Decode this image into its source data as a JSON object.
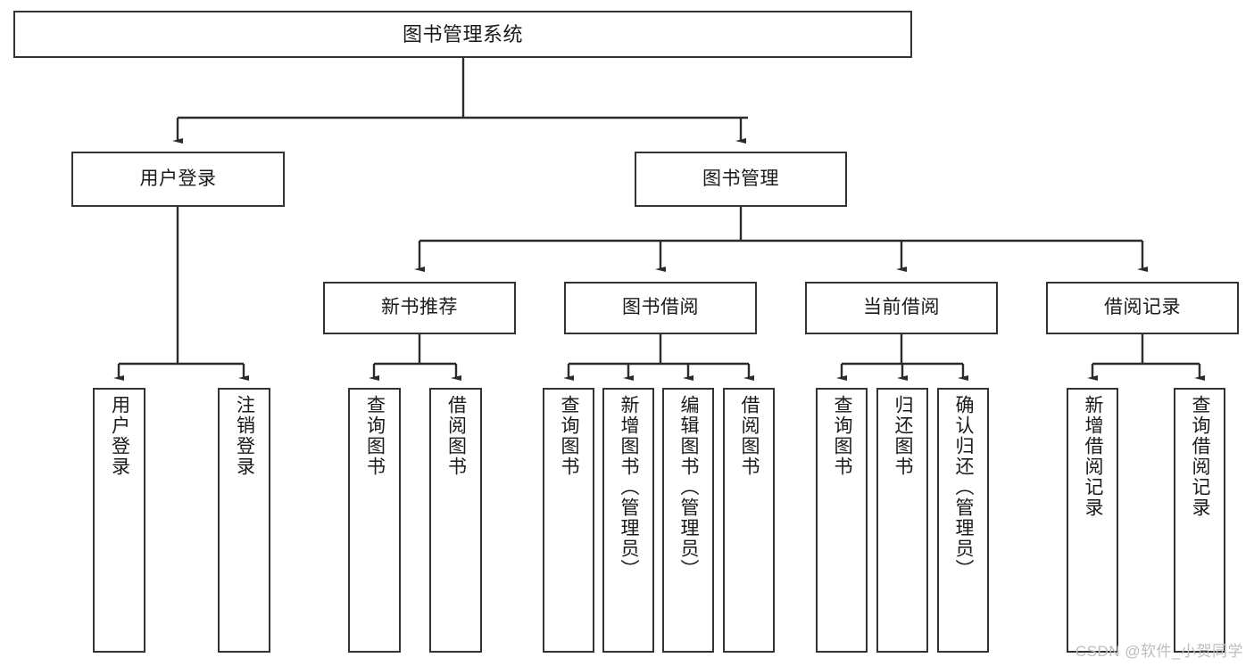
{
  "diagram": {
    "title": "图书管理系统",
    "type": "tree-hierarchy-chart",
    "root": {
      "label": "图书管理系统"
    },
    "level1": [
      {
        "label": "用户登录"
      },
      {
        "label": "图书管理"
      }
    ],
    "level2": [
      {
        "label": "新书推荐"
      },
      {
        "label": "图书借阅"
      },
      {
        "label": "当前借阅"
      },
      {
        "label": "借阅记录"
      }
    ],
    "leaves_user_login": [
      {
        "label": "用户登录"
      },
      {
        "label": "注销登录"
      }
    ],
    "leaves_new_books": [
      {
        "label": "查询图书"
      },
      {
        "label": "借阅图书"
      }
    ],
    "leaves_borrow": [
      {
        "label": "查询图书"
      },
      {
        "label": "新增图书（管理员）"
      },
      {
        "label": "编辑图书（管理员）"
      },
      {
        "label": "借阅图书"
      }
    ],
    "leaves_current": [
      {
        "label": "查询图书"
      },
      {
        "label": "归还图书"
      },
      {
        "label": "确认归还（管理员）"
      }
    ],
    "leaves_records": [
      {
        "label": "新增借阅记录"
      },
      {
        "label": "查询借阅记录"
      }
    ]
  },
  "watermark": {
    "text": "CSDN @软件_小贺同学"
  },
  "colors": {
    "box_border": "#333333",
    "box_fill": "#ffffff",
    "line": "#2b2b2b",
    "text": "#1a1a1a",
    "watermark": "#bdbdbd",
    "background": "#ffffff"
  }
}
